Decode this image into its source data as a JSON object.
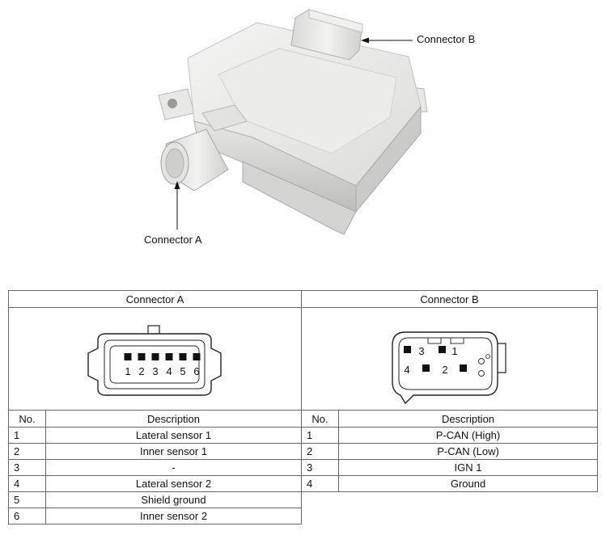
{
  "photo": {
    "callouts": {
      "connector_b": "Connector B",
      "connector_a": "Connector A"
    }
  },
  "table": {
    "connector_a": {
      "title": "Connector A",
      "pin_numbers": [
        "1",
        "2",
        "3",
        "4",
        "5",
        "6"
      ],
      "col_no": "No.",
      "col_desc": "Description",
      "rows": [
        {
          "no": "1",
          "desc": "Lateral sensor 1"
        },
        {
          "no": "2",
          "desc": "Inner sensor 1"
        },
        {
          "no": "3",
          "desc": "-"
        },
        {
          "no": "4",
          "desc": "Lateral sensor 2"
        },
        {
          "no": "5",
          "desc": "Shield ground"
        },
        {
          "no": "6",
          "desc": "Inner sensor 2"
        }
      ]
    },
    "connector_b": {
      "title": "Connector B",
      "pin_numbers": [
        "3",
        "1",
        "4",
        "2"
      ],
      "col_no": "No.",
      "col_desc": "Description",
      "rows": [
        {
          "no": "1",
          "desc": "P-CAN (High)"
        },
        {
          "no": "2",
          "desc": "P-CAN (Low)"
        },
        {
          "no": "3",
          "desc": "IGN 1"
        },
        {
          "no": "4",
          "desc": "Ground"
        }
      ]
    }
  }
}
